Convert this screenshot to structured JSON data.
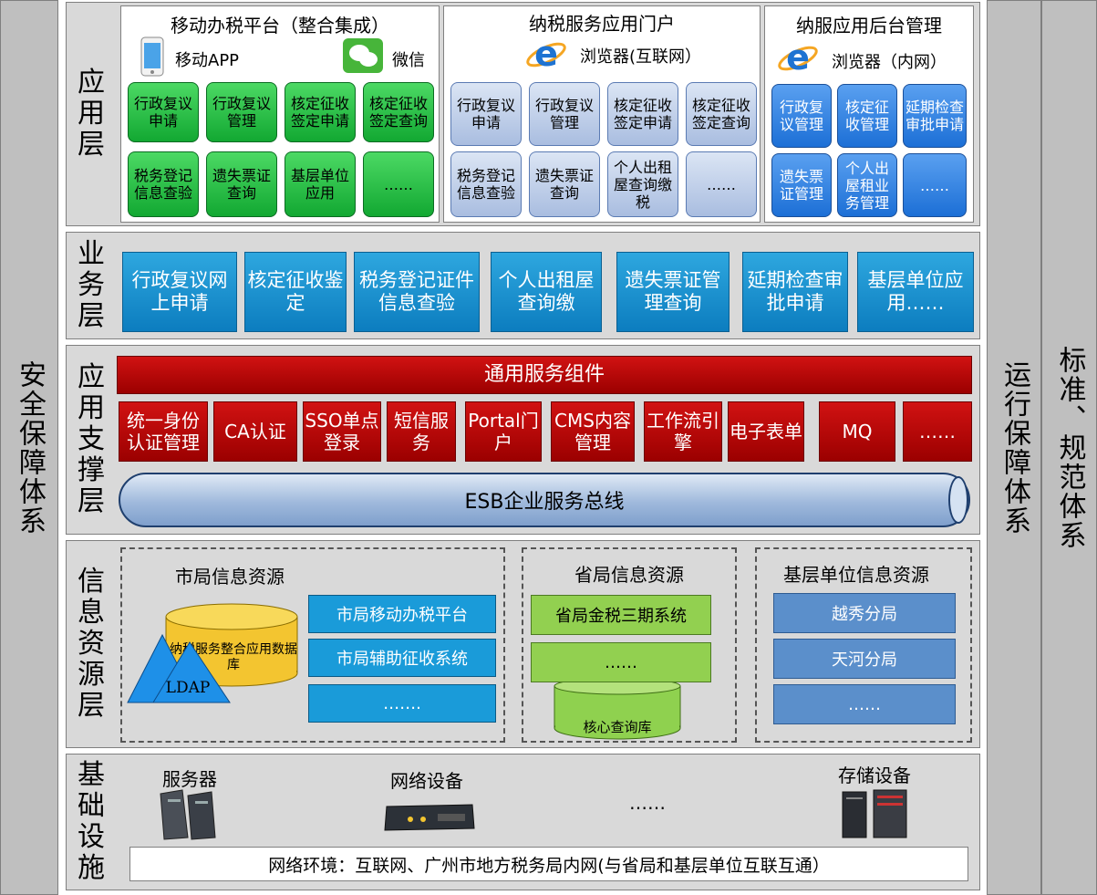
{
  "left_bar": "安全保障体系",
  "right_bars": [
    "运行保障体系",
    "标准、规范体系"
  ],
  "layers": {
    "app": {
      "label": "应用层",
      "mobile": {
        "title": "移动办税平台（整合集成）",
        "app_label": "移动APP",
        "wechat_label": "微信",
        "boxes": [
          "行政复议申请",
          "行政复议管理",
          "核定征收签定申请",
          "核定征收签定查询",
          "税务登记信息查验",
          "遗失票证查询",
          "基层单位应用",
          "……"
        ]
      },
      "portal": {
        "title": "纳税服务应用门户",
        "browser_label": "浏览器(互联网）",
        "boxes": [
          "行政复议申请",
          "行政复议管理",
          "核定征收签定申请",
          "核定征收签定查询",
          "税务登记信息查验",
          "遗失票证查询",
          "个人出租屋查询缴税",
          "……"
        ]
      },
      "backend": {
        "title": "纳服应用后台管理",
        "browser_label": "浏览器（内网）",
        "boxes": [
          "行政复议管理",
          "核定征收管理",
          "延期检查审批申请",
          "遗失票证管理",
          "个人出屋租业务管理",
          "……"
        ]
      }
    },
    "business": {
      "label": "业务层",
      "items": [
        "行政复议网上申请",
        "核定征收鉴定",
        "税务登记证件信息查验",
        "个人出租屋查询缴",
        "遗失票证管理查询",
        "延期检查审批申请",
        "基层单位应用……"
      ]
    },
    "support": {
      "label": "应用支撑层",
      "common": "通用服务组件",
      "components": [
        "统一身份认证管理",
        "CA认证",
        "SSO单点登录",
        "短信服务",
        "Portal门户",
        "CMS内容管理",
        "工作流引擎",
        "电子表单",
        "MQ",
        "……"
      ],
      "esb": "ESB企业服务总线"
    },
    "resource": {
      "label": "信息资源层",
      "city": {
        "title": "市局信息资源",
        "db_label": "纳税服务整合应用数据库",
        "ldap": "LDAP",
        "items": [
          "市局移动办税平台",
          "市局辅助征收系统",
          "……."
        ]
      },
      "province": {
        "title": "省局信息资源",
        "items": [
          "省局金税三期系统",
          "……"
        ],
        "db_label": "核心查询库"
      },
      "grassroots": {
        "title": "基层单位信息资源",
        "items": [
          "越秀分局",
          "天河分局",
          "……"
        ]
      }
    },
    "infra": {
      "label": "基础设施",
      "server": "服务器",
      "network": "网络设备",
      "dots": "……",
      "storage": "存储设备",
      "env": "网络环境：互联网、广州市地方税务局内网(与省局和基层单位互联互通）"
    }
  }
}
